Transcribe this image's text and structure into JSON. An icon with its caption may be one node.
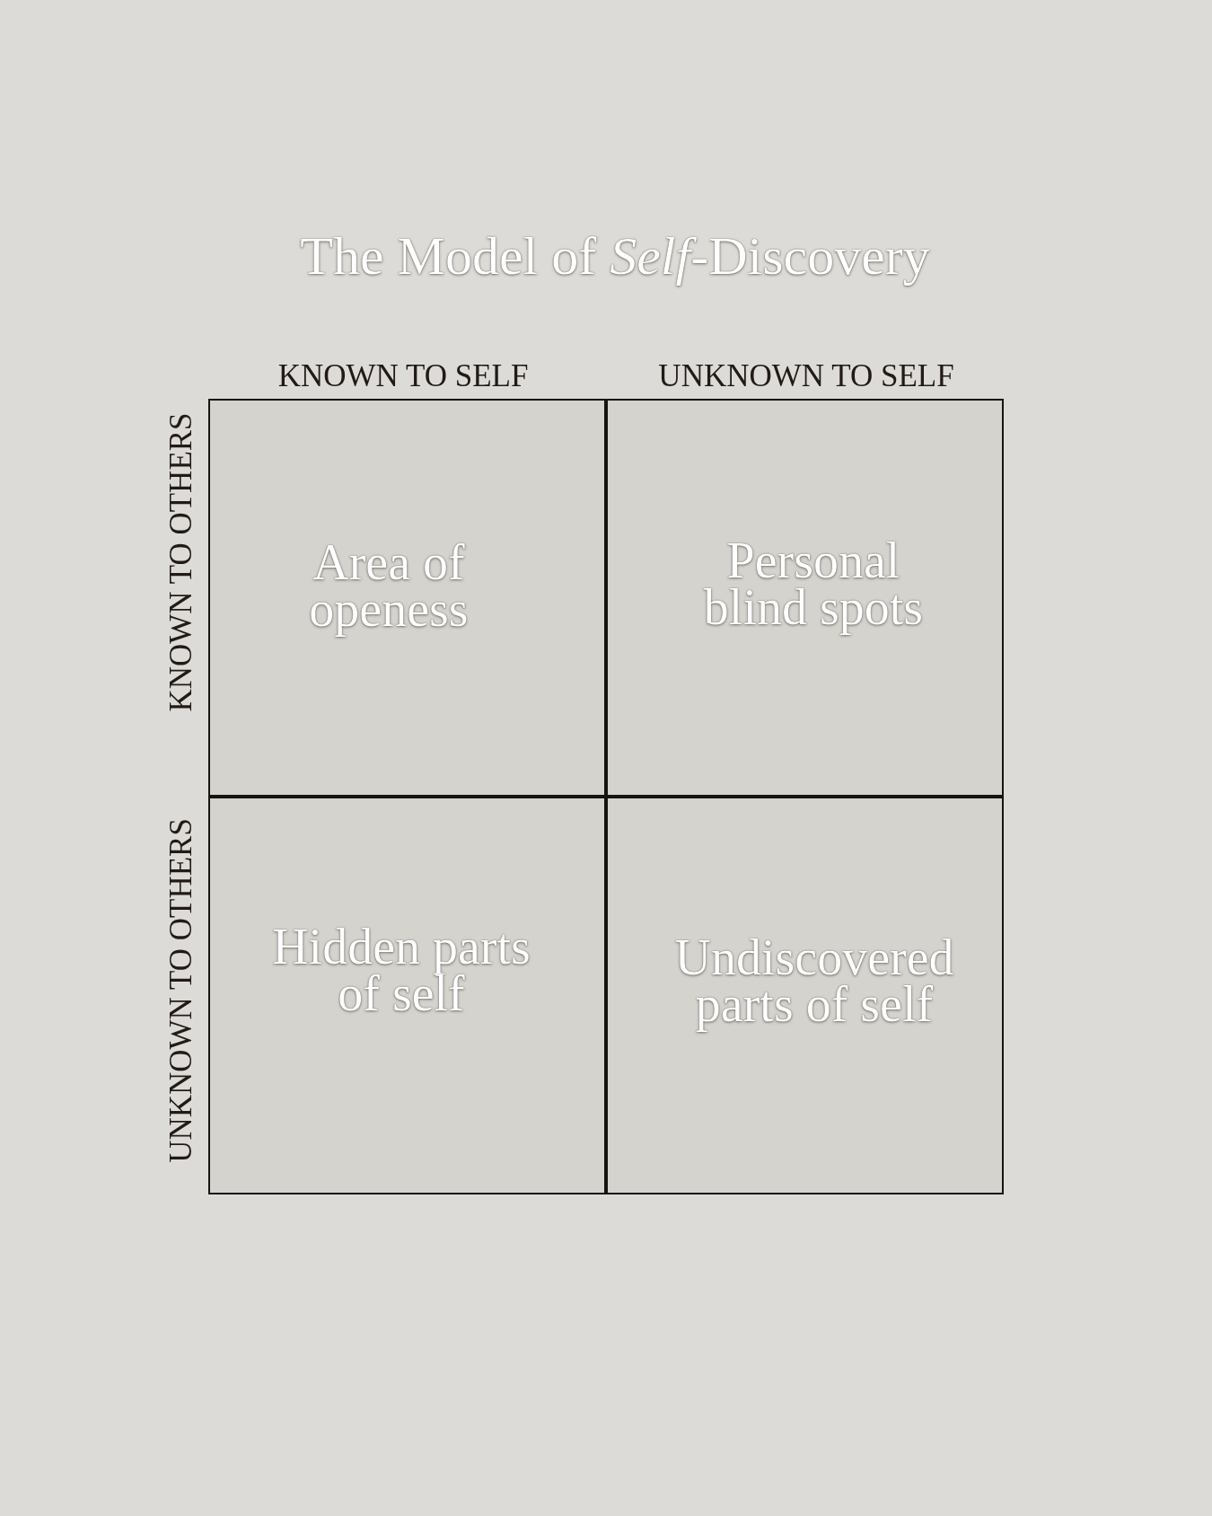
{
  "diagram": {
    "title": "The Model of *Self*-Discovery",
    "nodes": [
      {
        "text": [
          "Area of openess"
        ]
      },
      {
        "text": [
          "Personal blind spots"
        ]
      },
      {
        "text": [
          "Hidden parts of self"
        ]
      },
      {
        "text": [
          "Undiscovered parts of self"
        ]
      }
    ],
    "labels": [
      "KNOWN TO SELF",
      "UNKNOWN TO SELF",
      "KNOWN TO OTHERS",
      "UNKNOWN TO OTHERS"
    ]
  }
}
